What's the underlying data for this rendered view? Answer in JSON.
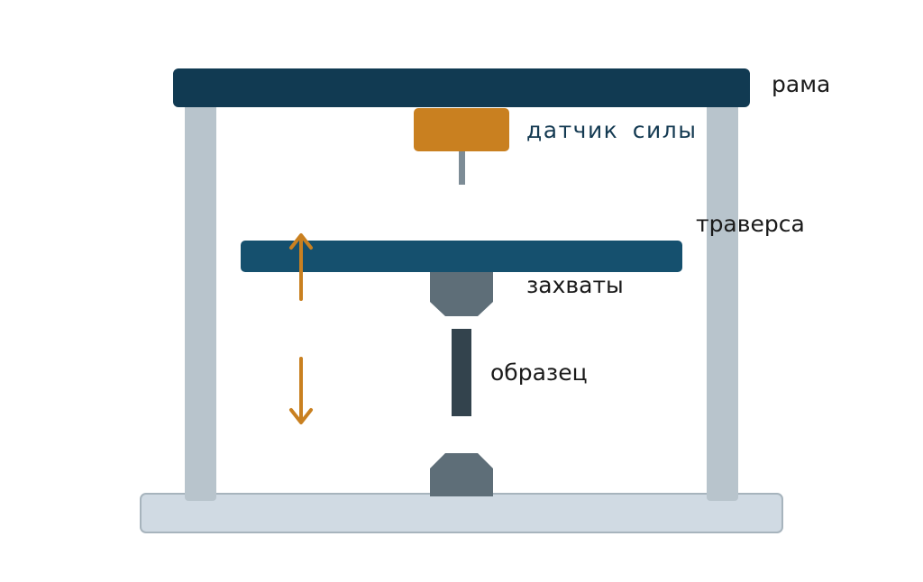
{
  "labels": {
    "frame": "рама",
    "load_cell": "датчик силы",
    "crosshead": "траверса",
    "grips": "захваты",
    "specimen": "образец"
  },
  "colors": {
    "frame_top": "#113a52",
    "columns": "#b8c4cc",
    "base_fill": "#d0dae3",
    "base_stroke": "#a7b4bd",
    "load_cell": "#c98020",
    "rod": "#7d8c96",
    "crosshead": "#15506e",
    "grips": "#5e6e78",
    "specimen": "#33434d",
    "arrows": "#c98020"
  }
}
